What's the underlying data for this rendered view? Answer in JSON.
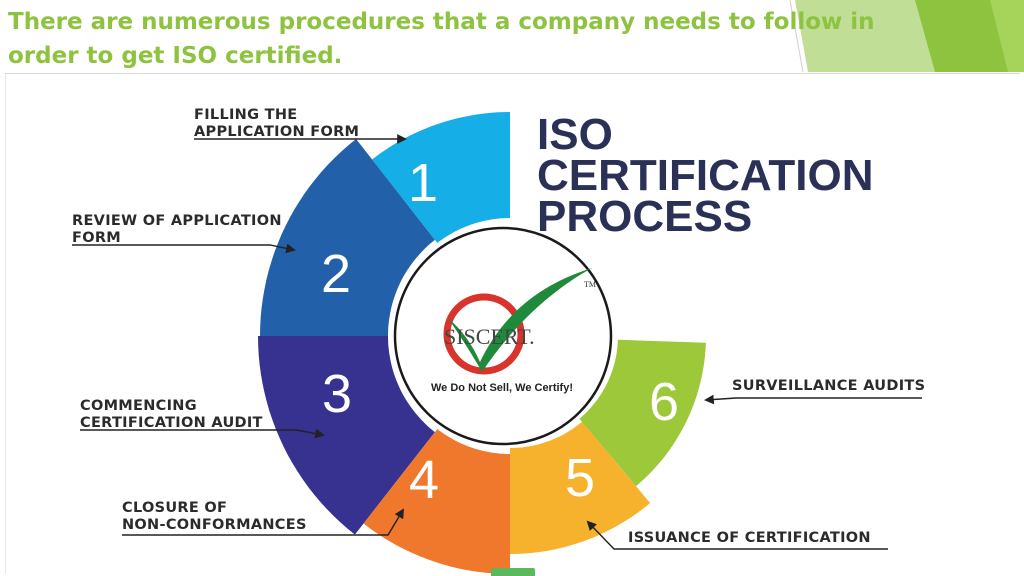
{
  "slide": {
    "title": "There are numerous procedures that a company needs to follow in order to get ISO certified."
  },
  "diagram": {
    "heading_lines": [
      "ISO",
      "CERTIFICATION",
      "PROCESS"
    ],
    "steps": [
      {
        "number": "1",
        "label_lines": [
          "FILLING THE",
          "APPLICATION FORM"
        ],
        "color": "#15aee7"
      },
      {
        "number": "2",
        "label_lines": [
          "REVIEW OF APPLICATION",
          "FORM"
        ],
        "color": "#2260a9"
      },
      {
        "number": "3",
        "label_lines": [
          "COMMENCING",
          "CERTIFICATION AUDIT"
        ],
        "color": "#37318f"
      },
      {
        "number": "4",
        "label_lines": [
          "CLOSURE OF",
          "NON-CONFORMANCES"
        ],
        "color": "#f0782c"
      },
      {
        "number": "5",
        "label_lines": [
          "ISSUANCE OF CERTIFICATION"
        ],
        "color": "#f6b22c"
      },
      {
        "number": "6",
        "label_lines": [
          "SURVEILLANCE AUDITS"
        ],
        "color": "#9cc83a"
      }
    ],
    "logo": {
      "text": "SISCERT.",
      "trademark": "TM",
      "tagline": "We Do Not Sell, We Certify!"
    }
  },
  "colors": {
    "title": "#8dc33f",
    "theme_green": "#8dc33f",
    "heading": "#2b3156",
    "logo_red": "#d9342b",
    "check_green": "#1f8a3c"
  }
}
